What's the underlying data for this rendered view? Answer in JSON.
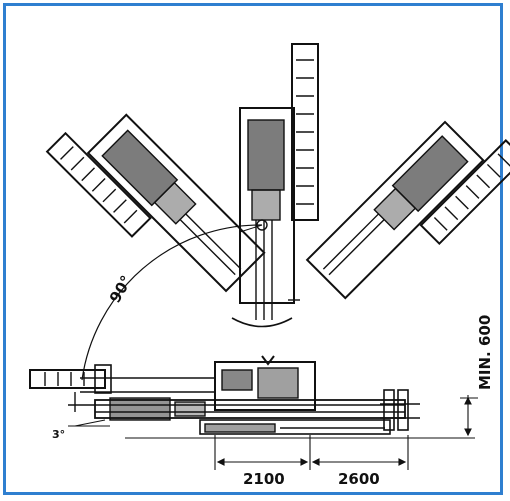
{
  "diagram": {
    "border_color": "#2f7fd0",
    "line_color": "#111111",
    "labels": {
      "angle_arc": "90°",
      "tilt_angle": "3°",
      "dim_left": "2100",
      "dim_right": "2600",
      "dim_vertical": "MIN. 600"
    }
  }
}
